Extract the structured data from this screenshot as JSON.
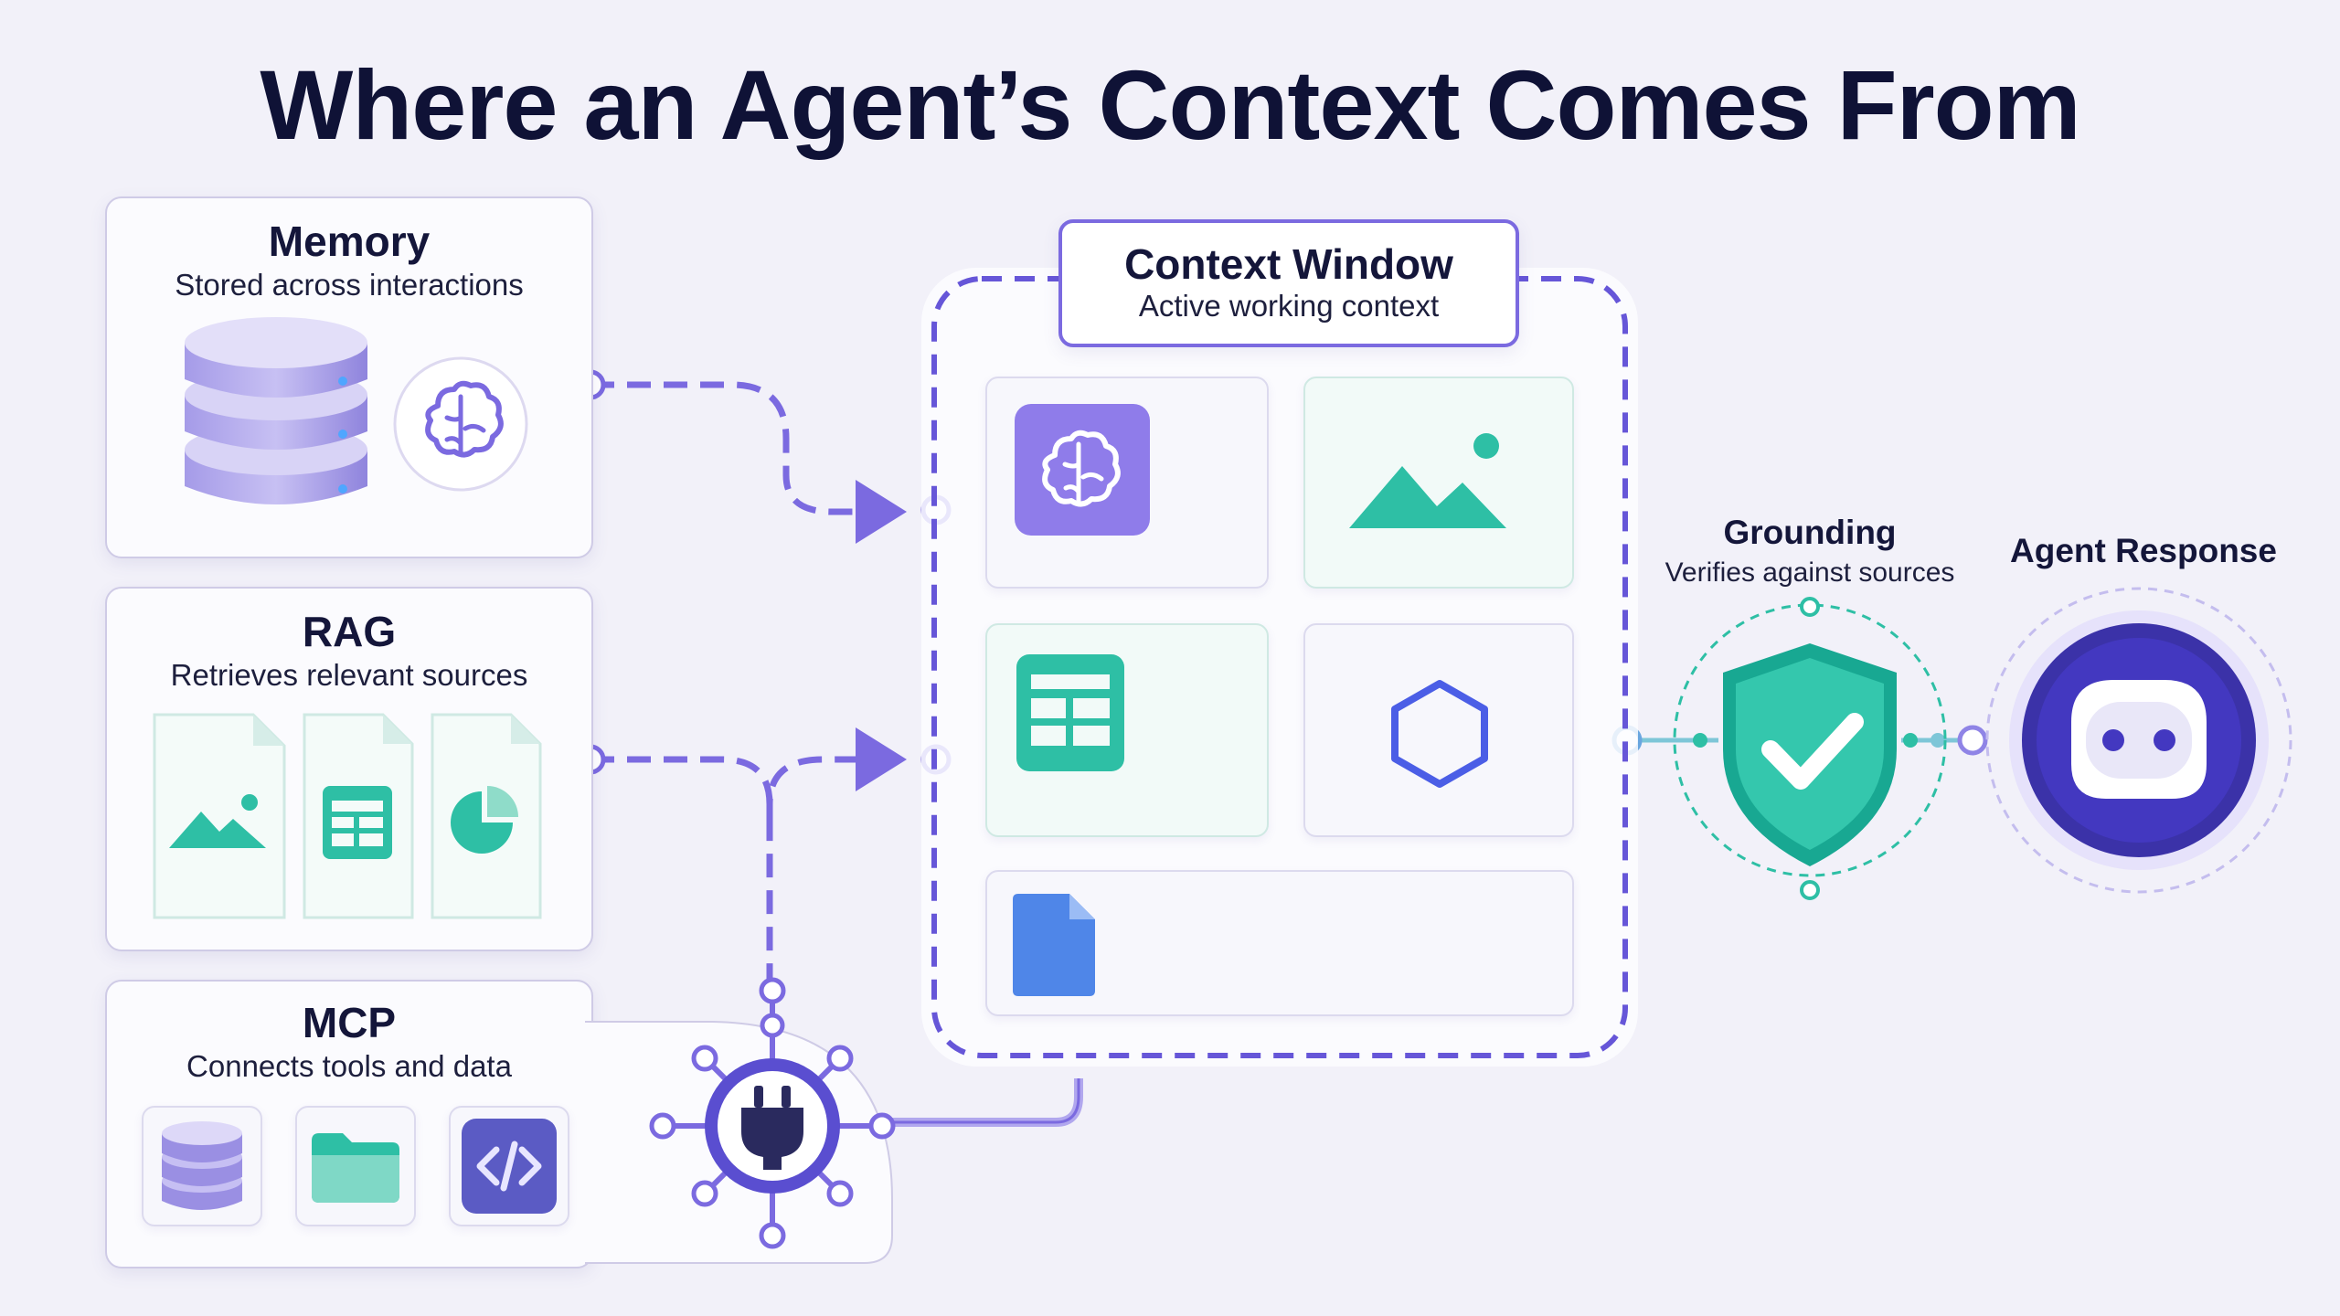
{
  "title": "Where an Agent’s Context Comes From",
  "memory": {
    "title": "Memory",
    "subtitle": "Stored across interactions"
  },
  "rag": {
    "title": "RAG",
    "subtitle": "Retrieves relevant sources"
  },
  "mcp": {
    "title": "MCP",
    "subtitle": "Connects tools and data"
  },
  "context_window": {
    "title": "Context Window",
    "subtitle": "Active working context"
  },
  "grounding": {
    "title": "Grounding",
    "subtitle": "Verifies against sources"
  },
  "agent_response": {
    "title": "Agent Response"
  },
  "icons": {
    "memory": [
      "database-icon",
      "brain-icon"
    ],
    "rag": [
      "image-document-icon",
      "table-document-icon",
      "pie-chart-document-icon"
    ],
    "mcp": [
      "database-icon",
      "folder-icon",
      "code-icon",
      "plug-hub-icon"
    ],
    "context_window": [
      "brain-icon",
      "image-icon",
      "table-icon",
      "hexagon-icon",
      "document-icon"
    ],
    "grounding": "shield-check-icon",
    "agent_response": "robot-icon"
  },
  "colors": {
    "purple": "#7b6ae0",
    "dark_indigo": "#3a2f8f",
    "teal": "#2ebfa5",
    "blue": "#4f86e8",
    "background": "#f2f1f9"
  }
}
